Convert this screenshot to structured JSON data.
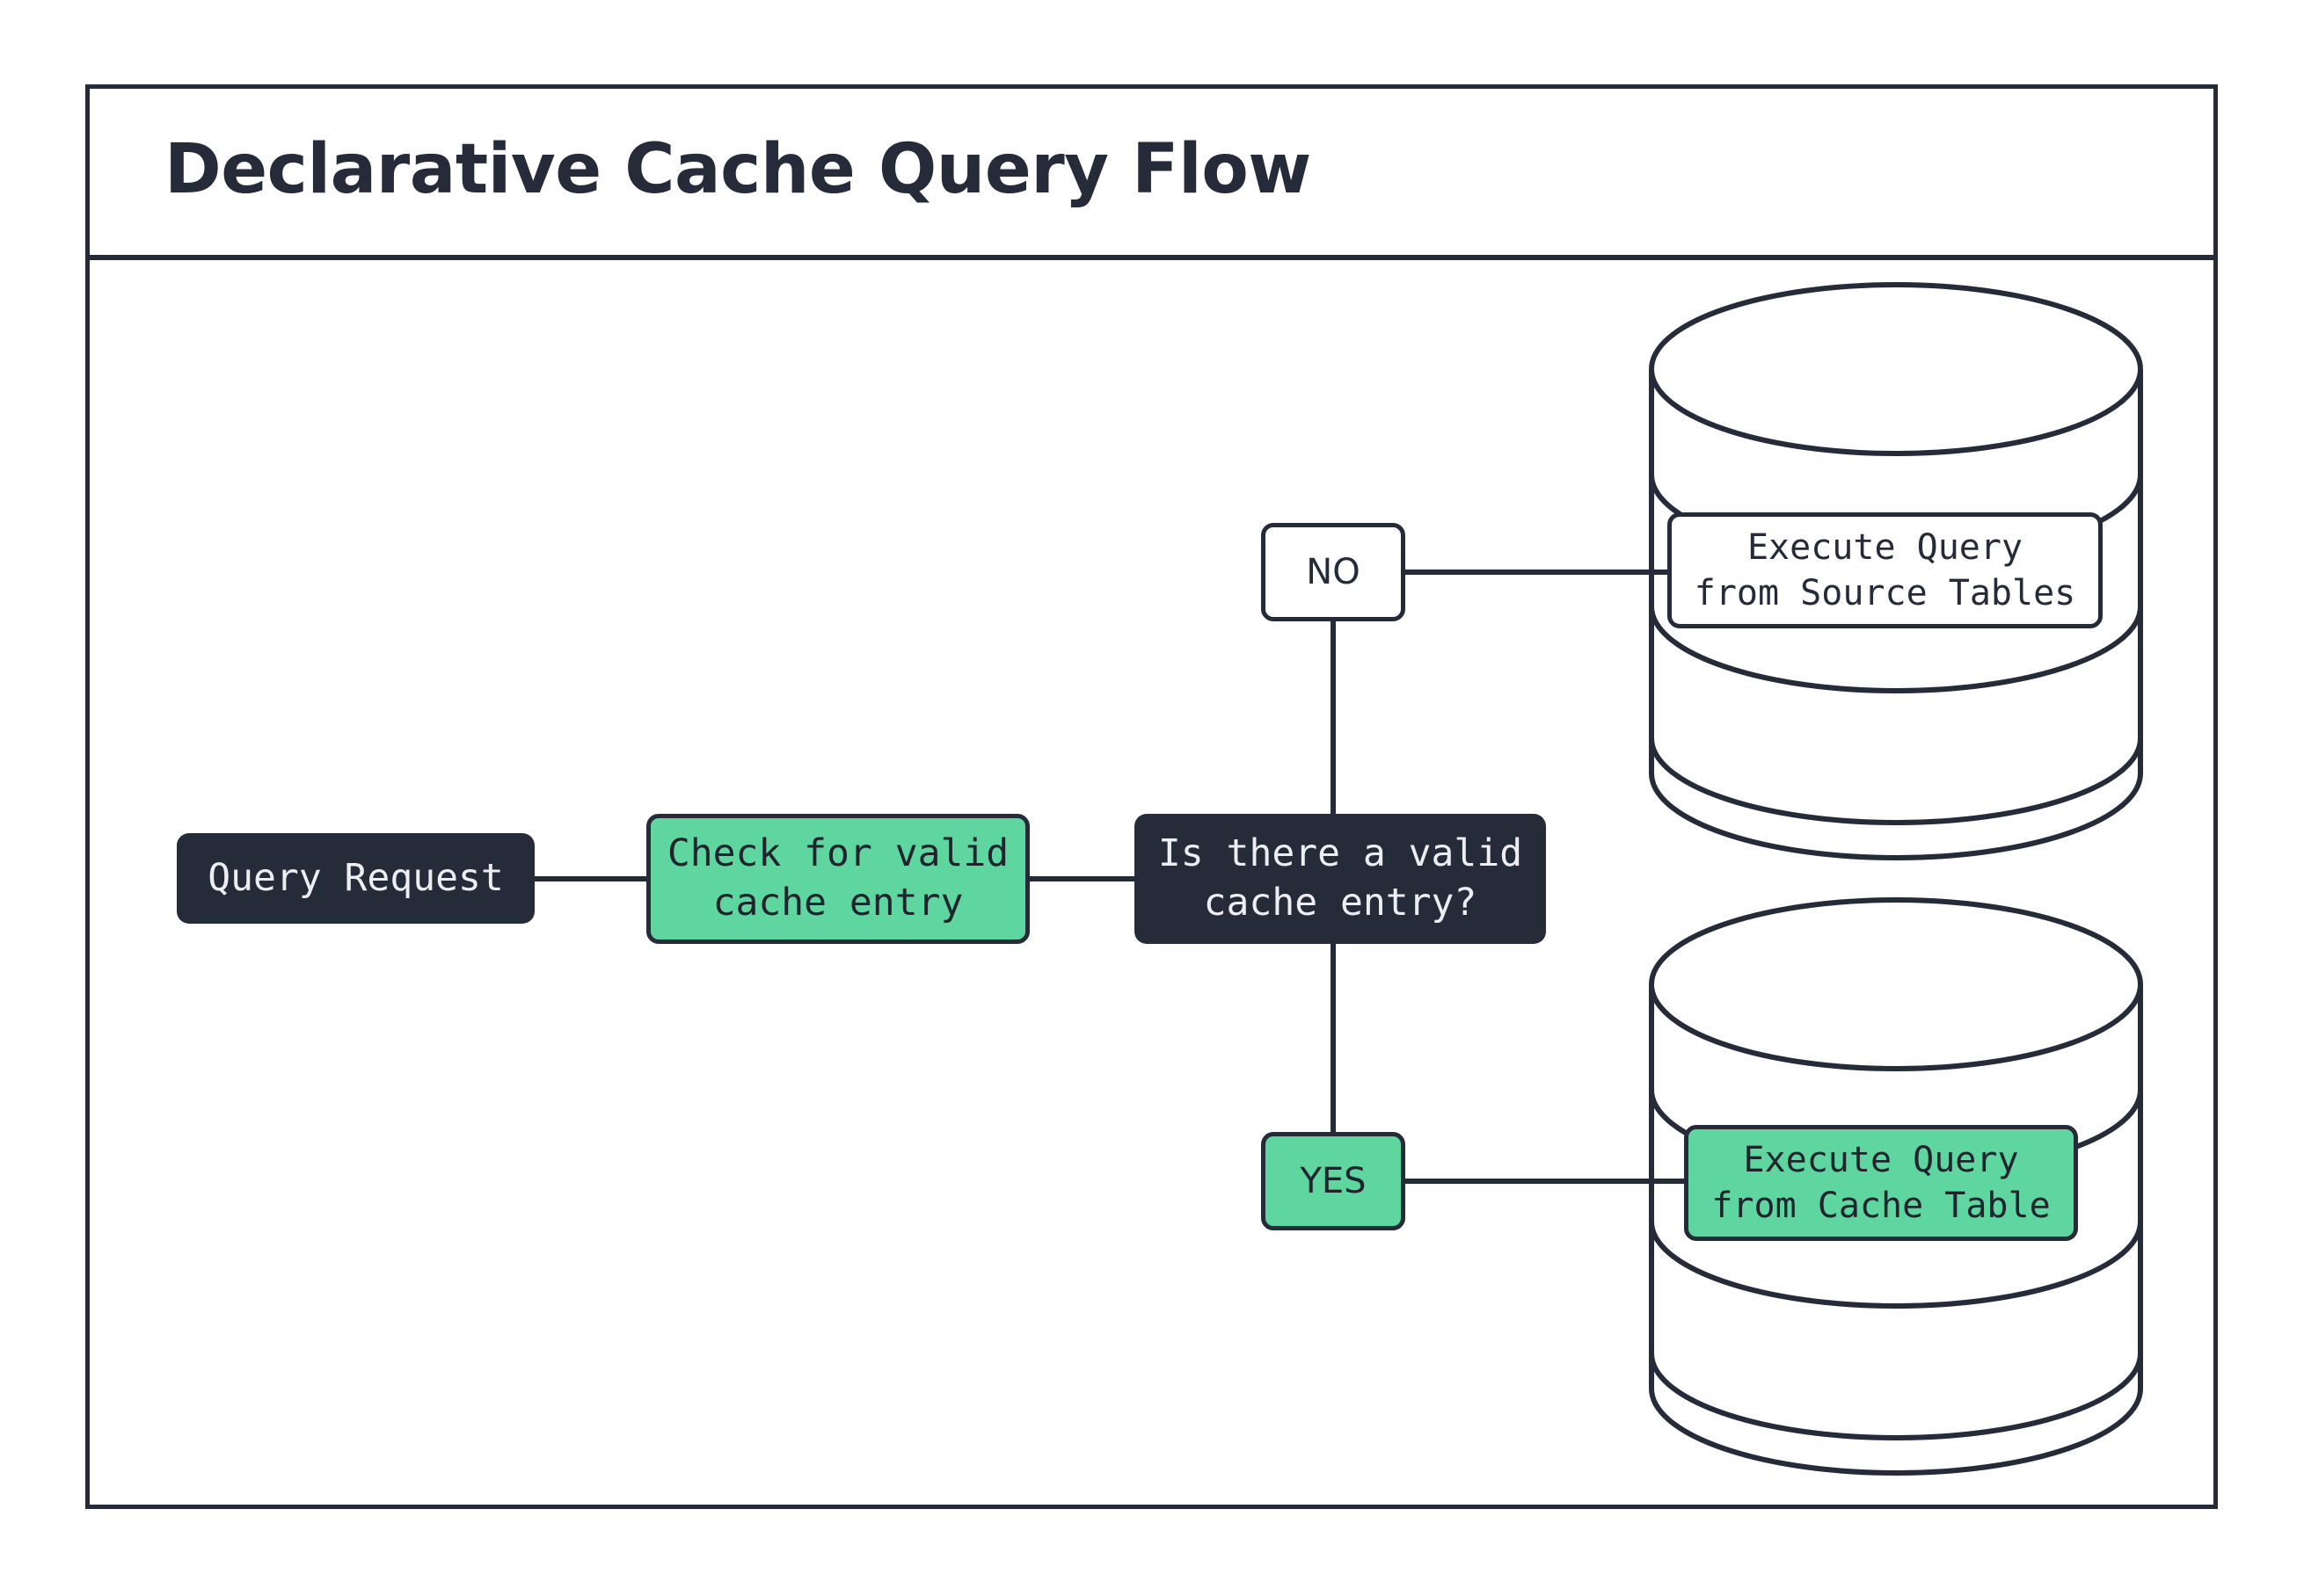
{
  "diagram": {
    "title": "Declarative Cache Query Flow",
    "type": "flowchart",
    "colors": {
      "ink": "#262b39",
      "accent_green": "#5fd69f",
      "surface": "#ffffff",
      "dark_text": "#eceef2"
    },
    "nodes": [
      {
        "id": "query-request",
        "label": "Query Request",
        "shape": "rounded-rect",
        "style": "dark"
      },
      {
        "id": "check-cache",
        "label": "Check for valid\ncache entry",
        "shape": "rounded-rect",
        "style": "green"
      },
      {
        "id": "decision",
        "label": "Is there a valid\ncache entry?",
        "shape": "rounded-rect",
        "style": "dark"
      },
      {
        "id": "exec-source",
        "label": "Execute Query\nfrom Source Tables",
        "shape": "rounded-rect",
        "style": "white",
        "container": "database-cylinder-source"
      },
      {
        "id": "exec-cache",
        "label": "Execute Query\nfrom Cache Table",
        "shape": "rounded-rect",
        "style": "green",
        "container": "database-cylinder-cache"
      }
    ],
    "edge_labels": [
      {
        "id": "no",
        "label": "NO",
        "style": "white"
      },
      {
        "id": "yes",
        "label": "YES",
        "style": "green"
      }
    ],
    "containers": [
      {
        "id": "database-cylinder-source",
        "shape": "database-cylinder"
      },
      {
        "id": "database-cylinder-cache",
        "shape": "database-cylinder"
      }
    ],
    "edges": [
      {
        "from": "query-request",
        "to": "check-cache"
      },
      {
        "from": "check-cache",
        "to": "decision"
      },
      {
        "from": "decision",
        "to": "no"
      },
      {
        "from": "no",
        "to": "exec-source"
      },
      {
        "from": "decision",
        "to": "yes"
      },
      {
        "from": "yes",
        "to": "exec-cache"
      }
    ]
  }
}
